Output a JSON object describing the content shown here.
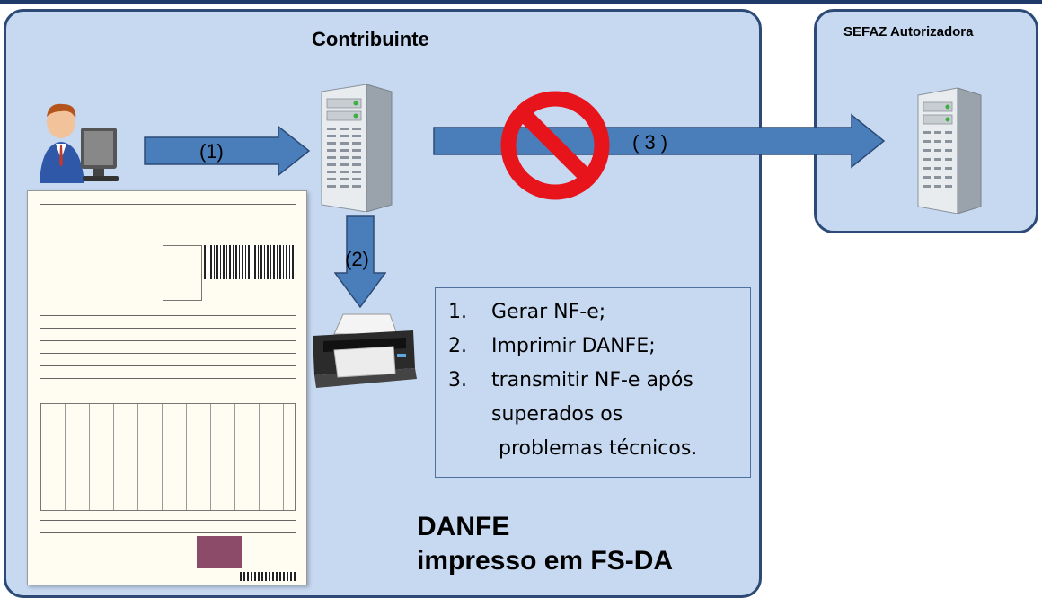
{
  "panels": {
    "contribuinte": {
      "title": "Contribuinte"
    },
    "sefaz": {
      "title": "SEFAZ Autorizadora"
    }
  },
  "arrows": {
    "a1": "(1)",
    "a2": "(2)",
    "a3": "( 3 )"
  },
  "steps": [
    {
      "num": "1.",
      "text": "Gerar NF-e;"
    },
    {
      "num": "2.",
      "text": "Imprimir DANFE;"
    },
    {
      "num": "3.",
      "text": "transmitir NF-e após"
    },
    {
      "num": "",
      "text": "superados os"
    },
    {
      "num": "",
      "text": "problemas técnicos."
    }
  ],
  "caption": {
    "line1": "DANFE",
    "line2": "impresso em FS-DA"
  },
  "colors": {
    "panel_fill": "#c6d9f1",
    "panel_border": "#2c4a75",
    "arrow_fill": "#4a7ebb",
    "prohibition": "#e8141c"
  },
  "icons": [
    "user-computer-icon",
    "server-icon",
    "printer-icon",
    "prohibited-icon",
    "danfe-document-image"
  ]
}
